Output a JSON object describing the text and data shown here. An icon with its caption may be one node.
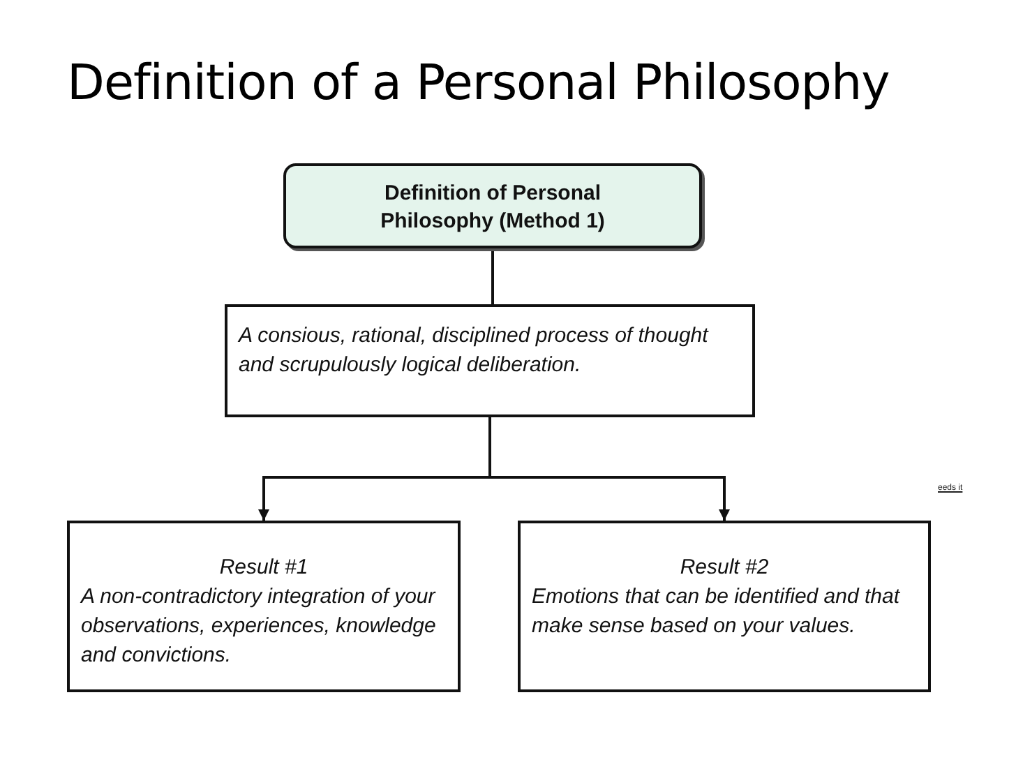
{
  "diagram": {
    "title": "Definition of a Personal Philosophy",
    "nodes": [
      {
        "text": [
          "Definition of Personal Philosophy (Method 1)"
        ]
      },
      {
        "text": [
          "A consious, rational, disciplined process of thought and scrupulously logical deliberation."
        ]
      },
      {
        "text": [
          "Result #1",
          "A non-contradictory integration of your observations, experiences, knowledge and convictions."
        ]
      },
      {
        "text": [
          "Result #2",
          "Emotions that can be identified and that make sense based on your values."
        ]
      }
    ],
    "edges": [
      {
        "from": 0,
        "to": 1,
        "arrow": "to"
      },
      {
        "from": 1,
        "to": 2,
        "arrow": "to"
      },
      {
        "from": 1,
        "to": 3,
        "arrow": "to"
      }
    ],
    "labels": [
      "eeds it"
    ]
  }
}
